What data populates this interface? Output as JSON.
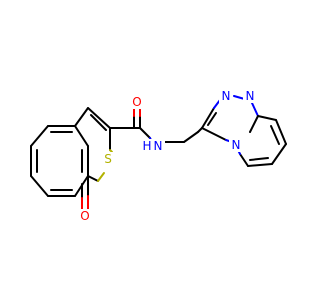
{
  "molecule": {
    "atoms": {
      "O_carbonyl_top": "O",
      "O_ketone": "O",
      "S_ring": "S",
      "N_amide": "N",
      "H_amide": "H",
      "N_triazole_1": "N",
      "N_triazole_2": "N",
      "N_bridge": "N"
    }
  },
  "colors": {
    "bond": "#000000",
    "oxygen": "#ff0000",
    "sulfur": "#b2b200",
    "nitrogen": "#0000ff"
  }
}
